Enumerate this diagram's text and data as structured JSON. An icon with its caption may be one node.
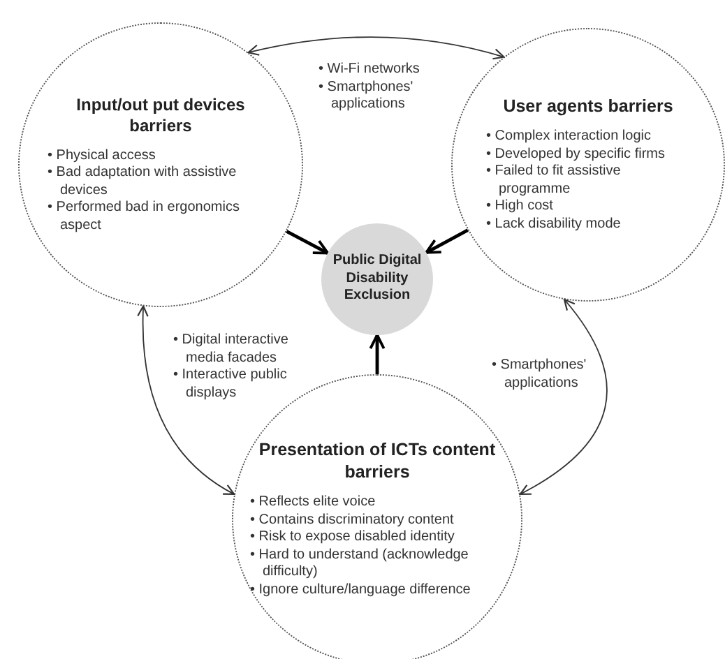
{
  "diagram": {
    "nodes": [
      {
        "text": [
          "Input/out put devices barriers",
          "• Physical access",
          "• Bad adaptation with assistive devices",
          "• Performed bad in ergonomics aspect"
        ]
      },
      {
        "text": [
          "User agents barriers",
          "• Complex interaction logic",
          "• Developed by specific firms",
          "• Failed to fit assistive programme",
          "• High cost",
          "• Lack disability mode"
        ]
      },
      {
        "text": [
          "Public Digital Disability Exclusion"
        ]
      },
      {
        "text": [
          "Presentation of ICTs content barriers",
          "• Reflects elite voice",
          "• Contains discriminatory content",
          "• Risk to expose disabled identity",
          "• Hard to understand (acknowledge difficulty)",
          "• Ignore culture/language difference"
        ]
      }
    ],
    "edges": [
      {
        "from": 0,
        "to": 2,
        "arrow": "to",
        "style": "thick"
      },
      {
        "from": 1,
        "to": 2,
        "arrow": "to",
        "style": "thick"
      },
      {
        "from": 3,
        "to": 2,
        "arrow": "to",
        "style": "thick"
      },
      {
        "from": 0,
        "to": 1,
        "arrow": "both"
      },
      {
        "from": 0,
        "to": 3,
        "arrow": "both"
      },
      {
        "from": 1,
        "to": 3,
        "arrow": "both"
      }
    ],
    "labels": [
      "• Wi-Fi networks",
      "• Smartphones' applications",
      "• Digital interactive media facades",
      "• Interactive public displays",
      "• Smartphones' applications"
    ]
  }
}
